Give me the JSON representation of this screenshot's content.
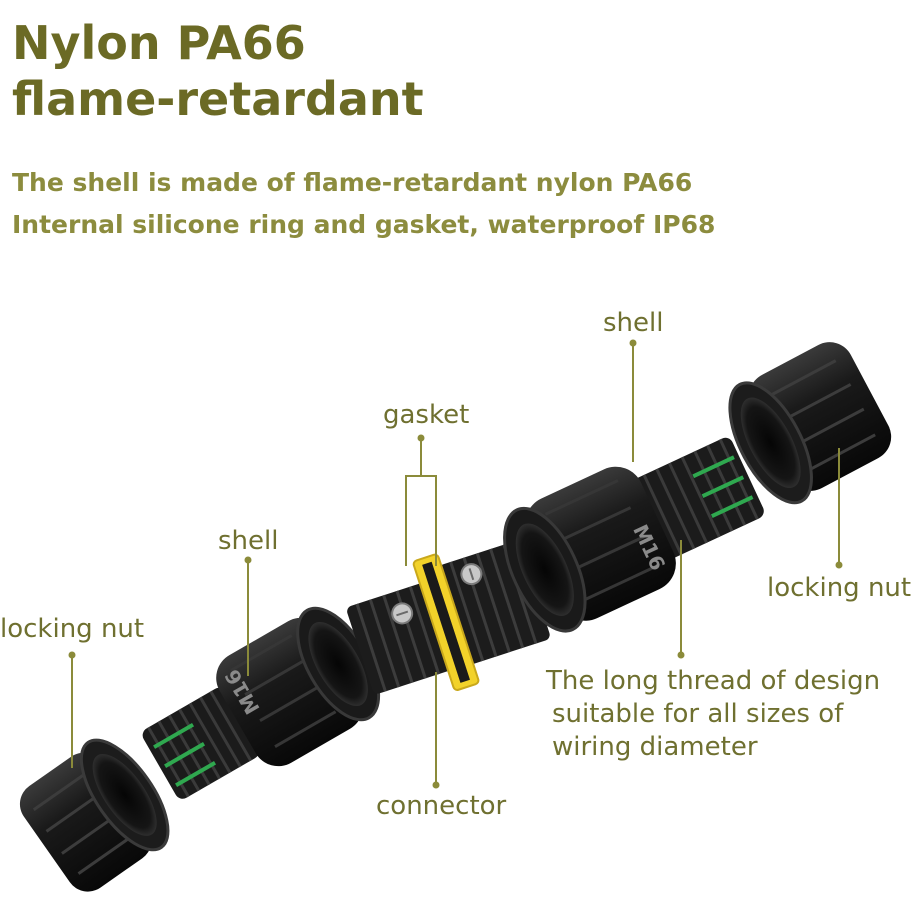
{
  "heading": {
    "line1": "Nylon PA66",
    "line2": "flame-retardant"
  },
  "features": {
    "line1": "The shell is made of flame-retardant nylon PA66",
    "line2": "Internal silicone ring and gasket, waterproof IP68"
  },
  "labels": {
    "shell_right": "shell",
    "gasket": "gasket",
    "shell_left": "shell",
    "locking_nut_left": "locking nut",
    "locking_nut_right": "locking nut",
    "connector": "connector",
    "thread_line1": "The long thread of design",
    "thread_line2": "suitable for all sizes of",
    "thread_line3": "wiring diameter"
  },
  "markings": {
    "size_mark": "M16"
  },
  "colors": {
    "heading": "#6b6a25",
    "subtext": "#8c8c3e",
    "label": "#6f7030",
    "leader": "#8b8b3a",
    "body": "#141414",
    "seal_green": "#2fa84f",
    "gasket_yellow": "#f2d22a"
  }
}
